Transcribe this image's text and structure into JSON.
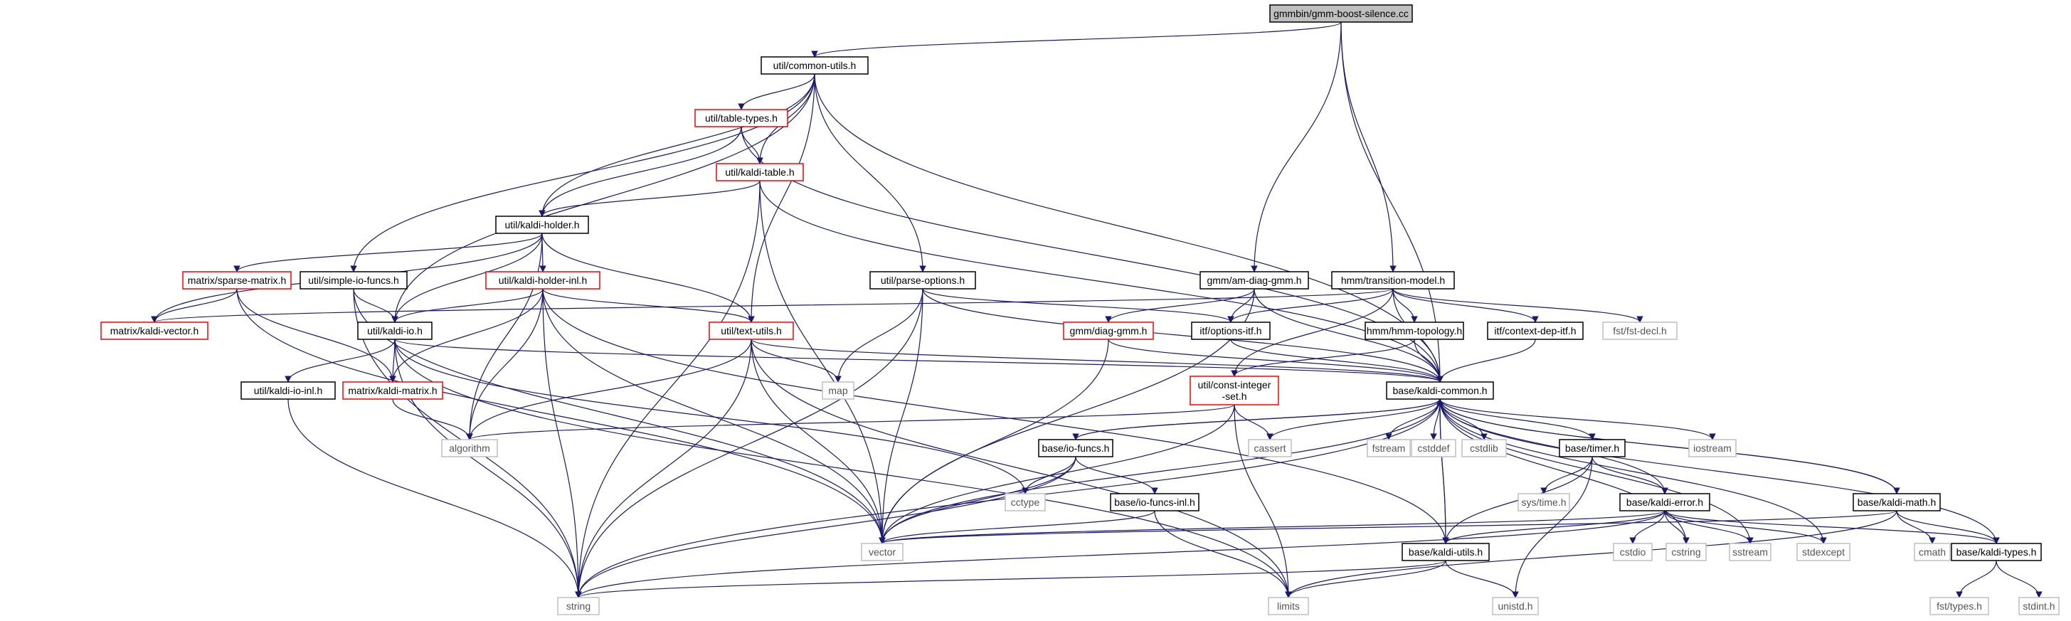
{
  "colors": {
    "edge": "#191970",
    "root_fill": "#bfbfbf",
    "node_border": "#000000",
    "partial_border": "#ff0000",
    "external_border": "#bfbfbf"
  },
  "nodes": [
    {
      "id": "root",
      "label": "gmmbin/gmm-boost-silence.cc",
      "kind": "root"
    },
    {
      "id": "common_utils",
      "label": "util/common-utils.h",
      "kind": "normal"
    },
    {
      "id": "table_types",
      "label": "util/table-types.h",
      "kind": "partial"
    },
    {
      "id": "kaldi_table",
      "label": "util/kaldi-table.h",
      "kind": "partial"
    },
    {
      "id": "kaldi_holder",
      "label": "util/kaldi-holder.h",
      "kind": "normal"
    },
    {
      "id": "sparse_matrix",
      "label": "matrix/sparse-matrix.h",
      "kind": "partial"
    },
    {
      "id": "simple_io",
      "label": "util/simple-io-funcs.h",
      "kind": "normal"
    },
    {
      "id": "holder_inl",
      "label": "util/kaldi-holder-inl.h",
      "kind": "partial"
    },
    {
      "id": "parse_options",
      "label": "util/parse-options.h",
      "kind": "normal"
    },
    {
      "id": "am_diag_gmm",
      "label": "gmm/am-diag-gmm.h",
      "kind": "normal"
    },
    {
      "id": "transition_model",
      "label": "hmm/transition-model.h",
      "kind": "normal"
    },
    {
      "id": "kaldi_vector",
      "label": "matrix/kaldi-vector.h",
      "kind": "partial"
    },
    {
      "id": "kaldi_io",
      "label": "util/kaldi-io.h",
      "kind": "normal"
    },
    {
      "id": "text_utils",
      "label": "util/text-utils.h",
      "kind": "partial"
    },
    {
      "id": "diag_gmm",
      "label": "gmm/diag-gmm.h",
      "kind": "partial"
    },
    {
      "id": "options_itf",
      "label": "itf/options-itf.h",
      "kind": "normal"
    },
    {
      "id": "hmm_topology",
      "label": "hmm/hmm-topology.h",
      "kind": "normal"
    },
    {
      "id": "context_dep_itf",
      "label": "itf/context-dep-itf.h",
      "kind": "normal"
    },
    {
      "id": "fst_decl",
      "label": "fst/fst-decl.h",
      "kind": "external"
    },
    {
      "id": "kaldi_io_inl",
      "label": "util/kaldi-io-inl.h",
      "kind": "normal"
    },
    {
      "id": "kaldi_matrix",
      "label": "matrix/kaldi-matrix.h",
      "kind": "partial"
    },
    {
      "id": "map",
      "label": "map",
      "kind": "external"
    },
    {
      "id": "const_int_set",
      "label": "util/const-integer\n-set.h",
      "kind": "partial"
    },
    {
      "id": "kaldi_common",
      "label": "base/kaldi-common.h",
      "kind": "normal"
    },
    {
      "id": "algorithm",
      "label": "algorithm",
      "kind": "external"
    },
    {
      "id": "io_funcs",
      "label": "base/io-funcs.h",
      "kind": "normal"
    },
    {
      "id": "cassert",
      "label": "cassert",
      "kind": "external"
    },
    {
      "id": "fstream",
      "label": "fstream",
      "kind": "external"
    },
    {
      "id": "cstddef",
      "label": "cstddef",
      "kind": "external"
    },
    {
      "id": "cstdlib",
      "label": "cstdlib",
      "kind": "external"
    },
    {
      "id": "timer",
      "label": "base/timer.h",
      "kind": "normal"
    },
    {
      "id": "iostream",
      "label": "iostream",
      "kind": "external"
    },
    {
      "id": "cctype",
      "label": "cctype",
      "kind": "external"
    },
    {
      "id": "io_funcs_inl",
      "label": "base/io-funcs-inl.h",
      "kind": "normal"
    },
    {
      "id": "sys_time",
      "label": "sys/time.h",
      "kind": "external"
    },
    {
      "id": "kaldi_error",
      "label": "base/kaldi-error.h",
      "kind": "normal"
    },
    {
      "id": "kaldi_math",
      "label": "base/kaldi-math.h",
      "kind": "normal"
    },
    {
      "id": "vector",
      "label": "vector",
      "kind": "external"
    },
    {
      "id": "kaldi_utils",
      "label": "base/kaldi-utils.h",
      "kind": "normal"
    },
    {
      "id": "cstdio",
      "label": "cstdio",
      "kind": "external"
    },
    {
      "id": "cstring",
      "label": "cstring",
      "kind": "external"
    },
    {
      "id": "sstream",
      "label": "sstream",
      "kind": "external"
    },
    {
      "id": "stdexcept",
      "label": "stdexcept",
      "kind": "external"
    },
    {
      "id": "cmath",
      "label": "cmath",
      "kind": "external"
    },
    {
      "id": "kaldi_types",
      "label": "base/kaldi-types.h",
      "kind": "normal"
    },
    {
      "id": "string",
      "label": "string",
      "kind": "external"
    },
    {
      "id": "limits",
      "label": "limits",
      "kind": "external"
    },
    {
      "id": "unistd",
      "label": "unistd.h",
      "kind": "external"
    },
    {
      "id": "fst_types",
      "label": "fst/types.h",
      "kind": "external"
    },
    {
      "id": "stdint",
      "label": "stdint.h",
      "kind": "external"
    }
  ],
  "edges": [
    [
      "root",
      "common_utils"
    ],
    [
      "root",
      "am_diag_gmm"
    ],
    [
      "root",
      "transition_model"
    ],
    [
      "root",
      "kaldi_common"
    ],
    [
      "common_utils",
      "table_types"
    ],
    [
      "common_utils",
      "kaldi_table"
    ],
    [
      "common_utils",
      "kaldi_holder"
    ],
    [
      "common_utils",
      "simple_io"
    ],
    [
      "common_utils",
      "kaldi_io"
    ],
    [
      "common_utils",
      "text_utils"
    ],
    [
      "common_utils",
      "parse_options"
    ],
    [
      "common_utils",
      "kaldi_common"
    ],
    [
      "table_types",
      "kaldi_table"
    ],
    [
      "table_types",
      "kaldi_holder"
    ],
    [
      "table_types",
      "kaldi_common"
    ],
    [
      "kaldi_table",
      "kaldi_holder"
    ],
    [
      "kaldi_table",
      "string"
    ],
    [
      "kaldi_table",
      "vector"
    ],
    [
      "kaldi_table",
      "kaldi_common"
    ],
    [
      "kaldi_holder",
      "sparse_matrix"
    ],
    [
      "kaldi_holder",
      "kaldi_vector"
    ],
    [
      "kaldi_holder",
      "holder_inl"
    ],
    [
      "kaldi_holder",
      "kaldi_io"
    ],
    [
      "kaldi_holder",
      "text_utils"
    ],
    [
      "kaldi_holder",
      "algorithm"
    ],
    [
      "sparse_matrix",
      "kaldi_vector"
    ],
    [
      "sparse_matrix",
      "kaldi_matrix"
    ],
    [
      "sparse_matrix",
      "vector"
    ],
    [
      "simple_io",
      "kaldi_io"
    ],
    [
      "simple_io",
      "string"
    ],
    [
      "simple_io",
      "vector"
    ],
    [
      "holder_inl",
      "kaldi_io"
    ],
    [
      "holder_inl",
      "text_utils"
    ],
    [
      "holder_inl",
      "kaldi_matrix"
    ],
    [
      "holder_inl",
      "algorithm"
    ],
    [
      "holder_inl",
      "vector"
    ],
    [
      "holder_inl",
      "string"
    ],
    [
      "holder_inl",
      "kaldi_utils"
    ],
    [
      "parse_options",
      "options_itf"
    ],
    [
      "parse_options",
      "map"
    ],
    [
      "parse_options",
      "vector"
    ],
    [
      "parse_options",
      "string"
    ],
    [
      "parse_options",
      "kaldi_common"
    ],
    [
      "am_diag_gmm",
      "diag_gmm"
    ],
    [
      "am_diag_gmm",
      "options_itf"
    ],
    [
      "am_diag_gmm",
      "kaldi_common"
    ],
    [
      "am_diag_gmm",
      "vector"
    ],
    [
      "transition_model",
      "kaldi_vector"
    ],
    [
      "transition_model",
      "options_itf"
    ],
    [
      "transition_model",
      "hmm_topology"
    ],
    [
      "transition_model",
      "context_dep_itf"
    ],
    [
      "transition_model",
      "fst_decl"
    ],
    [
      "transition_model",
      "const_int_set"
    ],
    [
      "transition_model",
      "kaldi_common"
    ],
    [
      "kaldi_io",
      "kaldi_io_inl"
    ],
    [
      "kaldi_io",
      "kaldi_matrix"
    ],
    [
      "kaldi_io",
      "kaldi_common"
    ],
    [
      "kaldi_io",
      "cctype"
    ],
    [
      "kaldi_io",
      "string"
    ],
    [
      "kaldi_io",
      "limits"
    ],
    [
      "text_utils",
      "map"
    ],
    [
      "text_utils",
      "algorithm"
    ],
    [
      "text_utils",
      "vector"
    ],
    [
      "text_utils",
      "string"
    ],
    [
      "text_utils",
      "limits"
    ],
    [
      "text_utils",
      "kaldi_common"
    ],
    [
      "diag_gmm",
      "kaldi_common"
    ],
    [
      "diag_gmm",
      "vector"
    ],
    [
      "options_itf",
      "kaldi_common"
    ],
    [
      "hmm_topology",
      "kaldi_common"
    ],
    [
      "hmm_topology",
      "const_int_set"
    ],
    [
      "context_dep_itf",
      "kaldi_common"
    ],
    [
      "kaldi_io_inl",
      "string"
    ],
    [
      "kaldi_matrix",
      "algorithm"
    ],
    [
      "const_int_set",
      "vector"
    ],
    [
      "const_int_set",
      "cassert"
    ],
    [
      "const_int_set",
      "limits"
    ],
    [
      "const_int_set",
      "algorithm"
    ],
    [
      "kaldi_common",
      "io_funcs"
    ],
    [
      "kaldi_common",
      "cassert"
    ],
    [
      "kaldi_common",
      "fstream"
    ],
    [
      "kaldi_common",
      "cstddef"
    ],
    [
      "kaldi_common",
      "cstdlib"
    ],
    [
      "kaldi_common",
      "timer"
    ],
    [
      "kaldi_common",
      "iostream"
    ],
    [
      "kaldi_common",
      "kaldi_error"
    ],
    [
      "kaldi_common",
      "kaldi_math"
    ],
    [
      "kaldi_common",
      "vector"
    ],
    [
      "kaldi_common",
      "string"
    ],
    [
      "kaldi_common",
      "kaldi_utils"
    ],
    [
      "kaldi_common",
      "cstring"
    ],
    [
      "kaldi_common",
      "sstream"
    ],
    [
      "kaldi_common",
      "stdexcept"
    ],
    [
      "kaldi_common",
      "kaldi_types"
    ],
    [
      "io_funcs",
      "cctype"
    ],
    [
      "io_funcs",
      "io_funcs_inl"
    ],
    [
      "io_funcs",
      "vector"
    ],
    [
      "io_funcs",
      "string"
    ],
    [
      "io_funcs",
      "kaldi_common"
    ],
    [
      "io_funcs_inl",
      "vector"
    ],
    [
      "io_funcs_inl",
      "limits"
    ],
    [
      "timer",
      "sys_time"
    ],
    [
      "timer",
      "unistd"
    ],
    [
      "timer",
      "kaldi_error"
    ],
    [
      "timer",
      "kaldi_utils"
    ],
    [
      "kaldi_error",
      "vector"
    ],
    [
      "kaldi_error",
      "kaldi_utils"
    ],
    [
      "kaldi_error",
      "cstdio"
    ],
    [
      "kaldi_error",
      "cstring"
    ],
    [
      "kaldi_error",
      "sstream"
    ],
    [
      "kaldi_error",
      "stdexcept"
    ],
    [
      "kaldi_error",
      "string"
    ],
    [
      "kaldi_error",
      "kaldi_types"
    ],
    [
      "kaldi_math",
      "kaldi_types"
    ],
    [
      "kaldi_math",
      "cmath"
    ],
    [
      "kaldi_math",
      "limits"
    ],
    [
      "kaldi_math",
      "vector"
    ],
    [
      "kaldi_math",
      "kaldi_common"
    ],
    [
      "kaldi_utils",
      "string"
    ],
    [
      "kaldi_utils",
      "limits"
    ],
    [
      "kaldi_utils",
      "unistd"
    ],
    [
      "kaldi_utils",
      "kaldi_common"
    ],
    [
      "kaldi_types",
      "fst_types"
    ],
    [
      "kaldi_types",
      "stdint"
    ]
  ]
}
